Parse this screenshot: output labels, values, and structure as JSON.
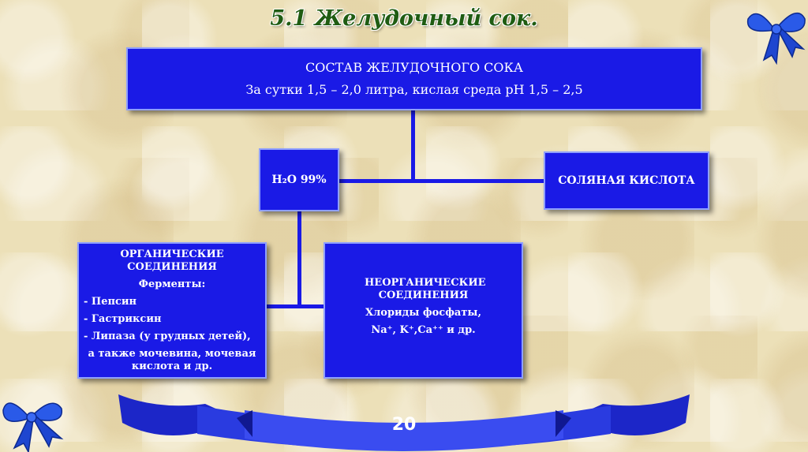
{
  "title": "5.1 Желудочный сок.",
  "main": {
    "heading": "СОСТАВ ЖЕЛУДОЧНОГО СОКА",
    "subtitle": "За сутки 1,5 – 2,0 литра, кислая среда рН 1,5 – 2,5"
  },
  "water": {
    "label": "Н₂О 99%"
  },
  "hcl": {
    "label": "СОЛЯНАЯ КИСЛОТА"
  },
  "organic": {
    "heading": "ОРГАНИЧЕСКИЕ СОЕДИНЕНИЯ",
    "subheading": "Ферменты:",
    "items": [
      "- Пепсин",
      "- Гастриксин",
      "- Липаза (у грудных детей),",
      "а также мочевина, мочевая кислота и др."
    ]
  },
  "inorganic": {
    "heading": "НЕОРГАНИЧЕСКИЕ СОЕДИНЕНИЯ",
    "line1": "Хлориды фосфаты,",
    "line2": "Na⁺, K⁺,Ca⁺⁺ и др."
  },
  "page_number": "20",
  "colors": {
    "box": "#1a1ae6",
    "title": "#1f5c12",
    "background": "#ece0b8"
  }
}
